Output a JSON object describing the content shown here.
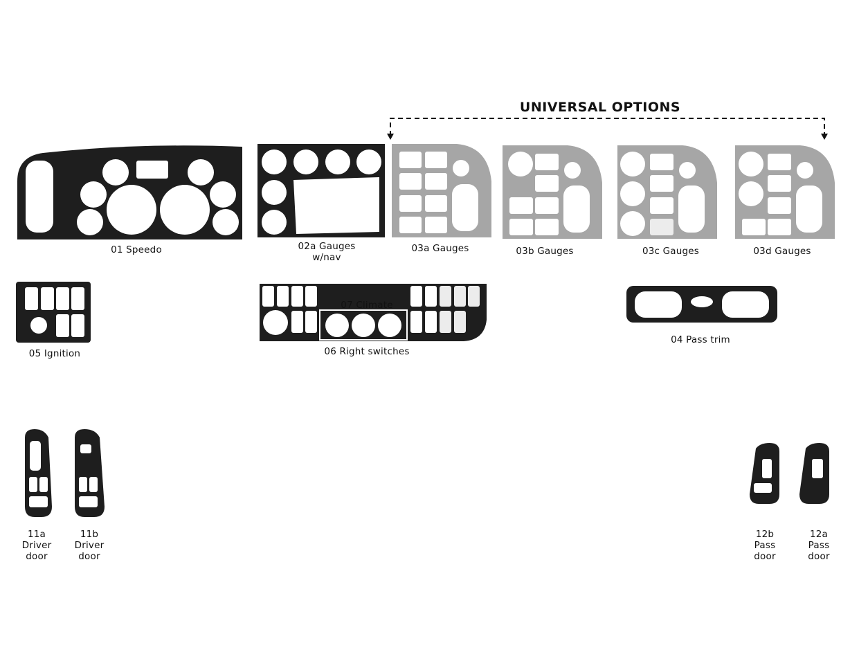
{
  "header": {
    "universal_options": "UNIVERSAL OPTIONS"
  },
  "colors": {
    "dark_panel": "#1e1e1e",
    "option_panel": "#a6a6a6",
    "hole": "#ffffff"
  },
  "parts": {
    "speedo": "01 Speedo",
    "gauges_nav_line1": "02a Gauges",
    "gauges_nav_line2": "w/nav",
    "gauges_3a": "03a Gauges",
    "gauges_3b": "03b Gauges",
    "gauges_3c": "03c Gauges",
    "gauges_3d": "03d Gauges",
    "ignition": "05 Ignition",
    "climate": "07 Climate",
    "right_switches": "06 Right switches",
    "pass_trim": "04 Pass trim",
    "driver_door_11a": [
      "11a",
      "Driver",
      "door"
    ],
    "driver_door_11b": [
      "11b",
      "Driver",
      "door"
    ],
    "pass_door_12b": [
      "12b",
      "Pass",
      "door"
    ],
    "pass_door_12a": [
      "12a",
      "Pass",
      "door"
    ]
  }
}
